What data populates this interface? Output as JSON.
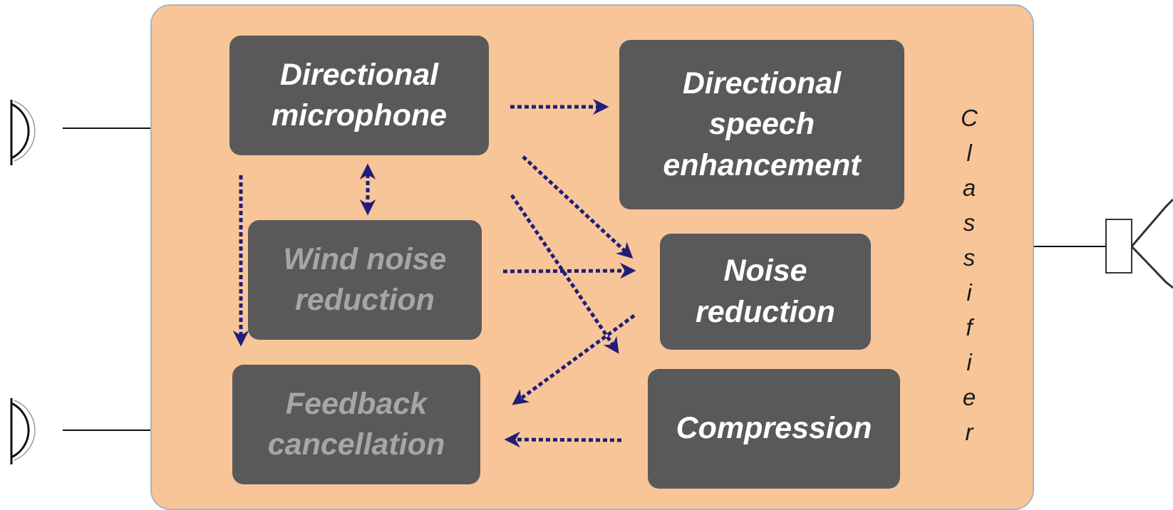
{
  "modules": {
    "directional_microphone": "Directional microphone",
    "directional_speech_enhancement": "Directional speech enhancement",
    "wind_noise_reduction": "Wind noise reduction",
    "noise_reduction": "Noise reduction",
    "feedback_cancellation": "Feedback cancellation",
    "compression": "Compression"
  },
  "classifier_label": [
    "C",
    "l",
    "a",
    "s",
    "s",
    "i",
    "f",
    "i",
    "e",
    "r"
  ],
  "colors": {
    "panel": "#f8c598",
    "module_fill": "#595959",
    "active_text": "#ffffff",
    "inactive_text": "#a6a6a6",
    "arrow": "#1f1e78"
  },
  "icons": {
    "inputs": [
      "microphone-icon",
      "microphone-icon"
    ],
    "output": "speaker-icon"
  }
}
